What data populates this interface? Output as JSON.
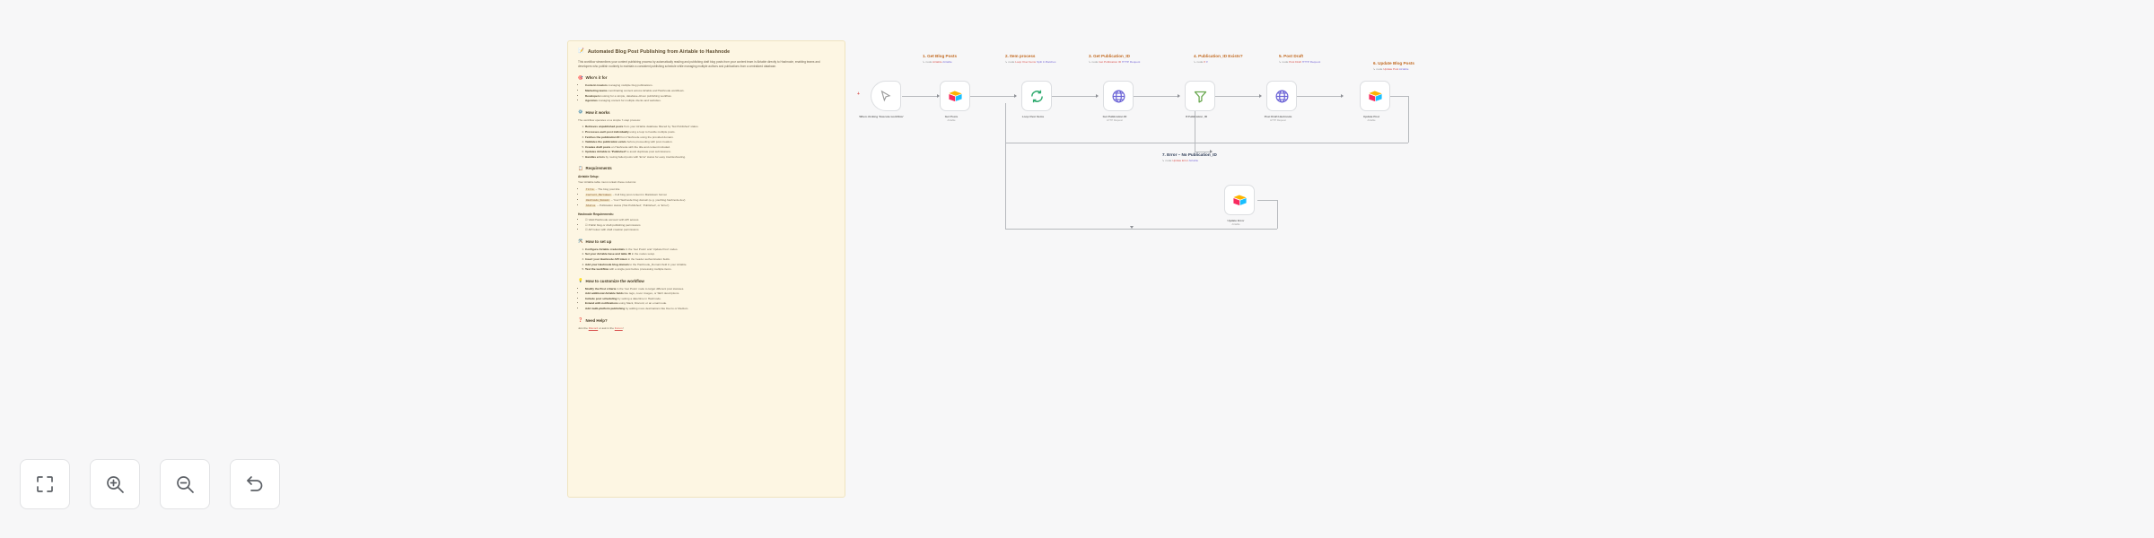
{
  "app": {
    "canvas_background": "#f7f7f8"
  },
  "sticky_note": {
    "emoji": "📝",
    "title": "Automated Blog Post Publishing from Airtable to Hashnode",
    "intro": "This workflow streamlines your content publishing process by automatically reading and publishing draft blog posts from your content team in Airtable directly to Hashnode, enabling teams and developers who publish routinely to maintain a consistent publishing schedule while managing multiple authors and publications from a centralized database.",
    "sections": [
      {
        "emoji": "🎯",
        "heading": "Who's it for",
        "bullets": [
          {
            "bold": "Content creators",
            "rest": " managing multiple blog publications."
          },
          {
            "bold": "Marketing teams",
            "rest": " coordinating content across Airtable and Hashnode workflows."
          },
          {
            "bold": "Developers",
            "rest": " looking for a simple, database-driven publishing workflow."
          },
          {
            "bold": "Agencies",
            "rest": " managing content for multiple clients and websites."
          }
        ]
      },
      {
        "emoji": "⚙️",
        "heading": "How it works",
        "subtext": "The workflow operates on a simple 7-step process:",
        "numbered": [
          {
            "bold": "Retrieves unpublished posts",
            "rest": " from your Airtable database filtered by 'Not Published' status."
          },
          {
            "bold": "Processes each post individually",
            "rest": " using a loop to handle multiple posts."
          },
          {
            "bold": "Fetches the publication ID",
            "rest": " from Hashnode using the provided domain."
          },
          {
            "bold": "Validates the publication exists",
            "rest": " before proceeding with post creation."
          },
          {
            "bold": "Creates draft posts",
            "rest": " on Hashnode with the title and content included."
          },
          {
            "bold": "Updates Airtable to 'Published'",
            "rest": " to avoid duplicate post submissions."
          },
          {
            "bold": "Handles errors",
            "rest": " by routing failed posts with 'Error' status for easy troubleshooting."
          }
        ]
      },
      {
        "emoji": "📋",
        "heading": "Requirements",
        "sub_heading": "Airtable Setup:",
        "sub_text": "Your Airtable table must contain these columns:",
        "bullets_code": [
          {
            "code": "Title",
            "rest": " – The blog post title"
          },
          {
            "code": "Content_Markdown",
            "rest": " – Full blog post content in Markdown format"
          },
          {
            "code": "Hashnode_Domain",
            "rest": " – Your Hashnode blog domain (e.g. yourblog.hashnode.dev)"
          },
          {
            "code": "Status",
            "rest": " – Publication status ('Not Published', 'Published', or 'Error')"
          }
        ],
        "sub_heading2": "Hashnode Requirements:",
        "checks": [
          "Valid Hashnode account with API access",
          "Public blog or draft publishing permissions",
          "API token with draft creation permissions"
        ]
      },
      {
        "emoji": "🛠️",
        "heading": "How to set up",
        "numbered": [
          {
            "bold": "Configure Airtable credentials",
            "rest": " in the 'Get Posts' and 'Update Post' nodes."
          },
          {
            "bold": "Set your Airtable base and table ID",
            "rest": " in the nodes setup."
          },
          {
            "bold": "Insert your Hashnode API token",
            "rest": " in the header authentication fields."
          },
          {
            "bold": "Add your Hashnode blog domain",
            "rest": " to the Hashnode_Domain field in your Airtable."
          },
          {
            "bold": "Test the workflow",
            "rest": " with a single post before processing multiple items."
          }
        ]
      },
      {
        "emoji": "💡",
        "heading": "How to customize the workflow",
        "bullets": [
          {
            "bold": "Modify the Post criteria",
            "rest": " in the 'Get Posts' node to target different post statuses."
          },
          {
            "bold": "Add additional Airtable fields",
            "rest": " like tags, cover images, or SEO descriptions."
          },
          {
            "bold": "Include post scheduling",
            "rest": " by setting a date/time in Hashnode."
          },
          {
            "bold": "Extend with notifications",
            "rest": " using Slack, Discord, or an email node."
          },
          {
            "bold": "Add multi-platform publishing",
            "rest": " by adding more destinations like Dev.to or Medium."
          }
        ]
      },
      {
        "emoji": "❓",
        "heading": "Need Help?",
        "help_prefix": "Join the ",
        "help_link1": "Discord",
        "help_mid": " or ask in the ",
        "help_link2": "Forum",
        "help_suffix": "!"
      }
    ]
  },
  "workflow": {
    "steps": [
      {
        "num": "1.",
        "title": "Get Blog Posts",
        "sub_prefix": "↳ node ",
        "node_name": "Airtable",
        "tag": " Airtable"
      },
      {
        "num": "2.",
        "title": "Item process",
        "sub_prefix": "↳ node ",
        "node_name": "Loop Over Items",
        "tag": " Split In Batches"
      },
      {
        "num": "3.",
        "title": "Get Publication_ID",
        "sub_prefix": "↳ node ",
        "node_name": "Get Publication ID",
        "tag": " HTTP Request"
      },
      {
        "num": "4.",
        "title": "Publication_ID Exists?",
        "sub_prefix": "↳ node ",
        "node_name": "If",
        "tag": " If"
      },
      {
        "num": "5.",
        "title": "Post Draft",
        "sub_prefix": "↳ node ",
        "node_name": "Post Draft",
        "tag": " HTTP Request"
      },
      {
        "num": "6.",
        "title": "Update Blog Posts",
        "sub_prefix": "↳ node ",
        "node_name": "Update Post",
        "tag": " Airtable"
      },
      {
        "num": "7.",
        "title": "Error – No Publication_ID",
        "sub_prefix": "↳ node ",
        "node_name": "Update Error",
        "tag": " Airtable"
      }
    ],
    "nodes": [
      {
        "id": "trigger",
        "icon": "cursor-click-icon",
        "label": "When clicking 'Execute workflow'",
        "sub": ""
      },
      {
        "id": "get-posts",
        "icon": "airtable-icon",
        "label": "Get Posts",
        "sub": "Airtable"
      },
      {
        "id": "loop",
        "icon": "loop-icon",
        "label": "Loop Over Items",
        "sub": ""
      },
      {
        "id": "get-pub-id",
        "icon": "globe-icon",
        "label": "Get Publication ID",
        "sub": "HTTP Request"
      },
      {
        "id": "if",
        "icon": "filter-icon",
        "label": "If Publication_ID",
        "sub": ""
      },
      {
        "id": "post-draft",
        "icon": "globe-icon",
        "label": "Post Draft Hashnode",
        "sub": "HTTP Request"
      },
      {
        "id": "update-post",
        "icon": "airtable-icon",
        "label": "Update Post",
        "sub": "Airtable"
      },
      {
        "id": "update-error",
        "icon": "airtable-icon",
        "label": "Update Error",
        "sub": "Airtable"
      }
    ]
  },
  "toolbar": {
    "buttons": [
      {
        "name": "fit-to-view",
        "icon": "fit-screen-icon"
      },
      {
        "name": "zoom-in",
        "icon": "zoom-in-icon"
      },
      {
        "name": "zoom-out",
        "icon": "zoom-out-icon"
      },
      {
        "name": "reset-zoom",
        "icon": "undo-icon"
      }
    ]
  }
}
